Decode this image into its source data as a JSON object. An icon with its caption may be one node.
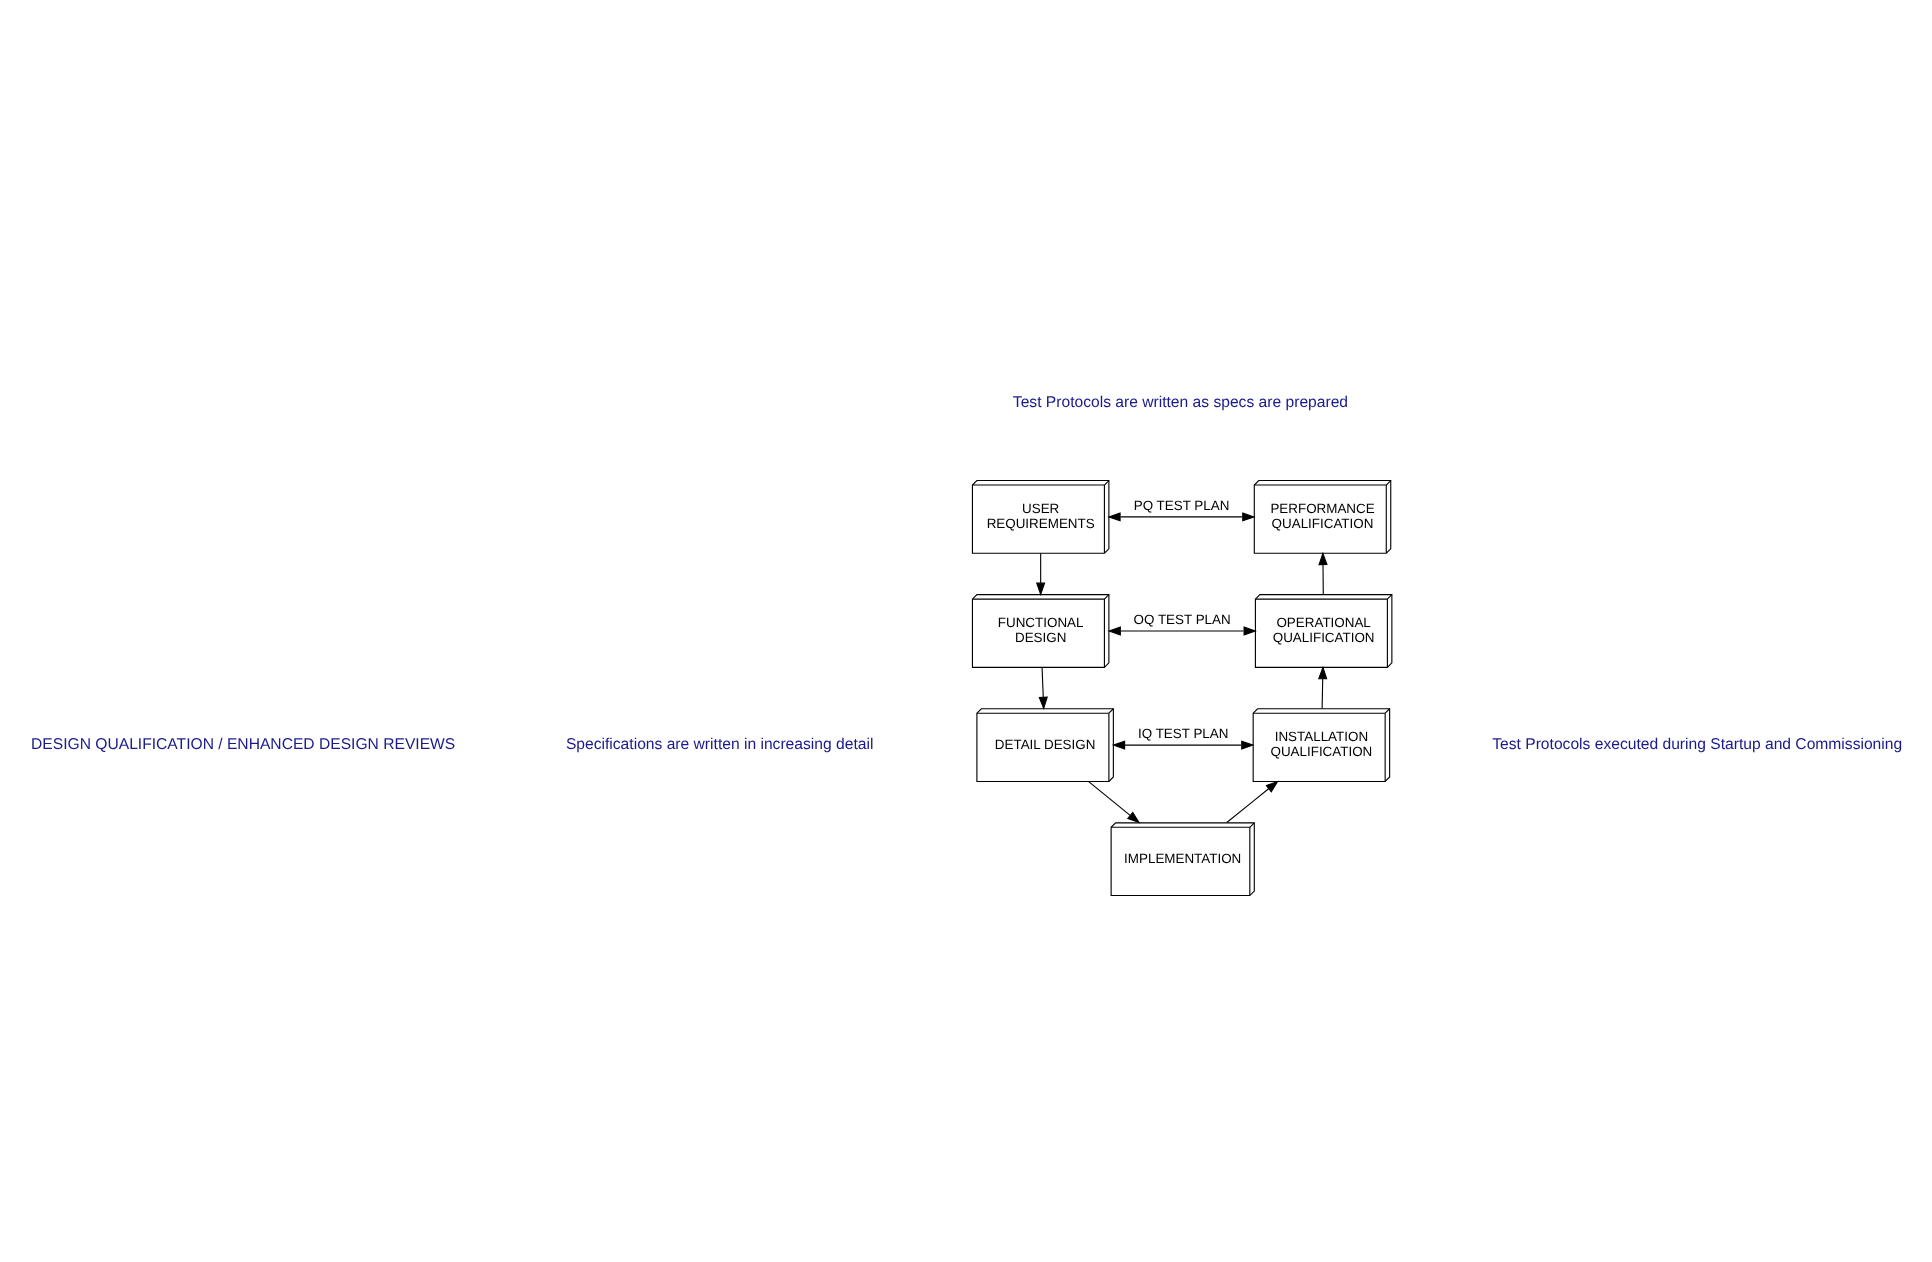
{
  "diagram": {
    "nodes": [
      {
        "text": [
          "USER REQUIREMENTS"
        ]
      },
      {
        "text": [
          "PERFORMANCE QUALIFICATION"
        ]
      },
      {
        "text": [
          "FUNCTIONAL DESIGN"
        ]
      },
      {
        "text": [
          "OPERATIONAL QUALIFICATION"
        ]
      },
      {
        "text": [
          "DETAIL DESIGN"
        ]
      },
      {
        "text": [
          "INSTALLATION QUALIFICATION"
        ]
      },
      {
        "text": [
          "IMPLEMENTATION"
        ]
      }
    ],
    "edges": [
      {
        "from": 0,
        "to": 1,
        "arrow": "both",
        "label": "PQ TEST PLAN"
      },
      {
        "from": 0,
        "to": 2,
        "arrow": "to"
      },
      {
        "from": 2,
        "to": 3,
        "arrow": "both",
        "label": "OQ TEST PLAN"
      },
      {
        "from": 2,
        "to": 4,
        "arrow": "to"
      },
      {
        "from": 4,
        "to": 5,
        "arrow": "both",
        "label": "IQ TEST PLAN"
      },
      {
        "from": 4,
        "to": 6,
        "arrow": "to"
      },
      {
        "from": 6,
        "to": 5,
        "arrow": "to"
      },
      {
        "from": 5,
        "to": 3,
        "arrow": "to"
      },
      {
        "from": 3,
        "to": 1,
        "arrow": "to"
      }
    ],
    "labels": [
      "Test Protocols are written as specs are prepared",
      "Specifications are written in increasing detail",
      "DESIGN QUALIFICATION / ENHANCED DESIGN REVIEWS",
      "Test Protocols executed during Startup and Commissioning"
    ]
  }
}
